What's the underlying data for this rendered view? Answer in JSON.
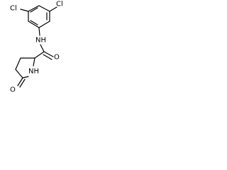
{
  "molecule": {
    "atoms": {
      "cl_top": "Cl",
      "cl_left": "Cl",
      "nh_amide": "NH",
      "o_amide": "O",
      "nh_ring": "NH",
      "o_ring": "O"
    },
    "colors": {
      "bond": "#000000",
      "text": "#000000",
      "background": "#ffffff"
    }
  }
}
